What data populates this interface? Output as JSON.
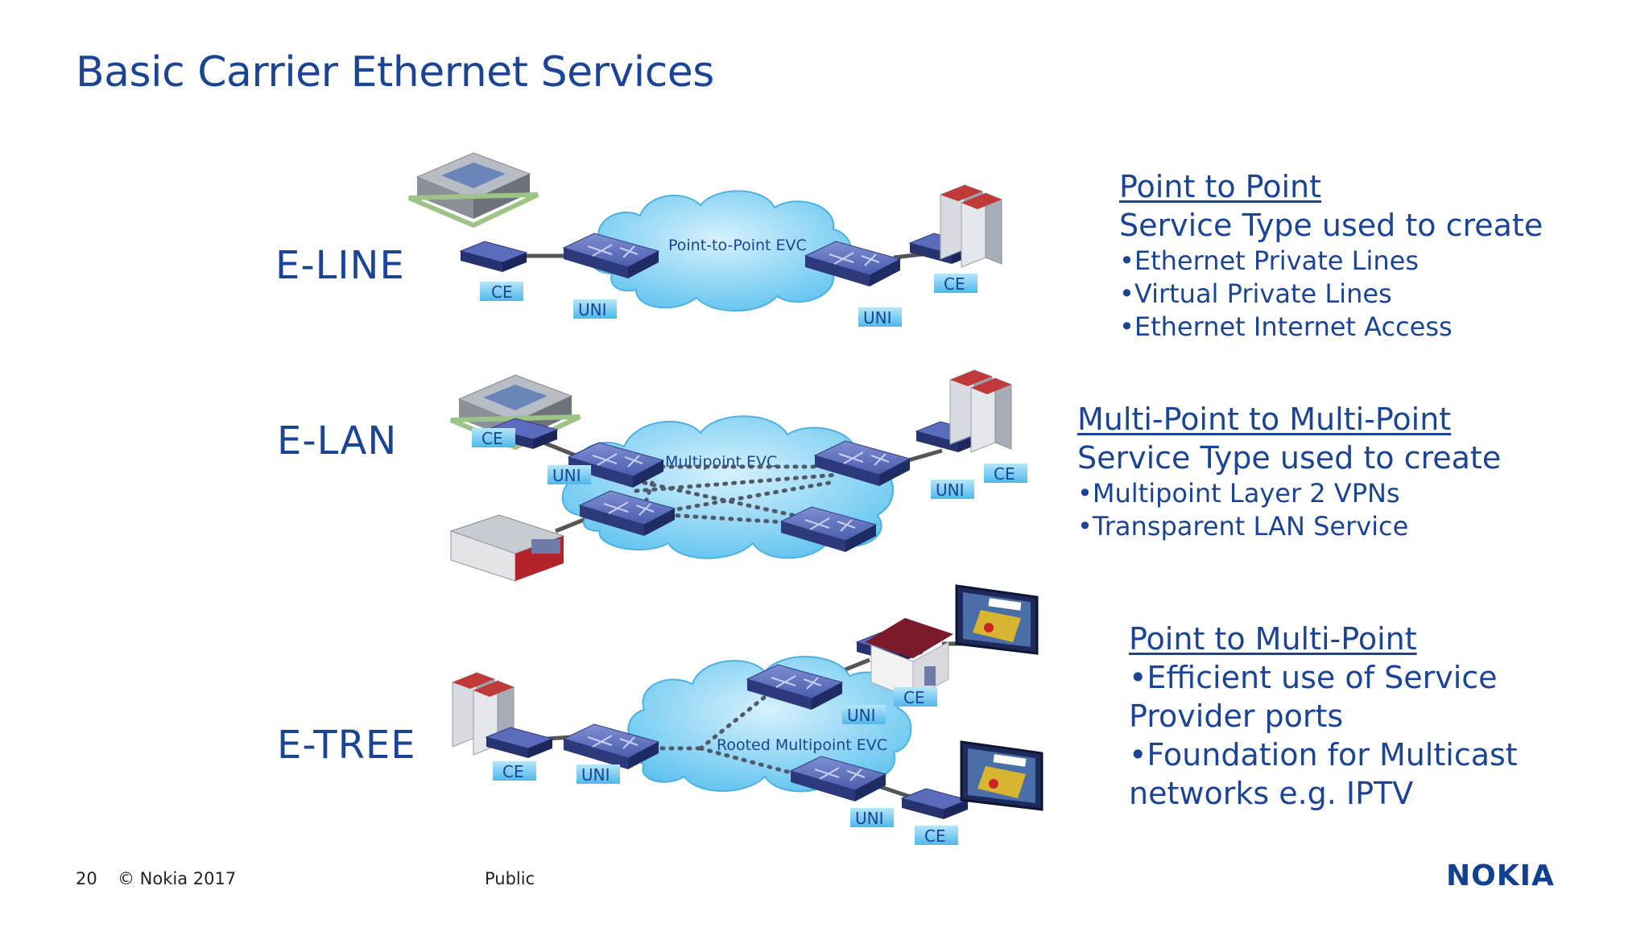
{
  "title": "Basic Carrier Ethernet Services",
  "services": [
    {
      "label": "E-LINE",
      "cloud_label": "Point-to-Point EVC",
      "panel": {
        "heading": "Point to Point",
        "subheading": "Service Type used to create",
        "bullets": [
          "•Ethernet Private Lines",
          "•Virtual Private Lines",
          "•Ethernet Internet Access"
        ]
      }
    },
    {
      "label": "E-LAN",
      "cloud_label": "Multipoint EVC",
      "panel": {
        "heading": "Multi-Point to Multi-Point",
        "subheading": "Service Type used to create",
        "bullets": [
          "•Multipoint Layer 2 VPNs",
          "•Transparent LAN Service"
        ]
      }
    },
    {
      "label": "E-TREE",
      "cloud_label": "Rooted Multipoint EVC",
      "panel": {
        "heading": "Point to Multi-Point",
        "bullets": [
          "•Efficient use of Service",
          "Provider ports",
          "•Foundation for Multicast",
          "networks e.g. IPTV"
        ]
      }
    }
  ],
  "tags": {
    "ce": "CE",
    "uni": "UNI"
  },
  "footer": {
    "page": "20",
    "copyright": "© Nokia 2017",
    "classification": "Public"
  },
  "logo": "NOKIA",
  "colors": {
    "brand": "#124191",
    "cloud": "#8fd3f5",
    "device": "#3a4e9a",
    "tag": "#7fd0f5"
  }
}
